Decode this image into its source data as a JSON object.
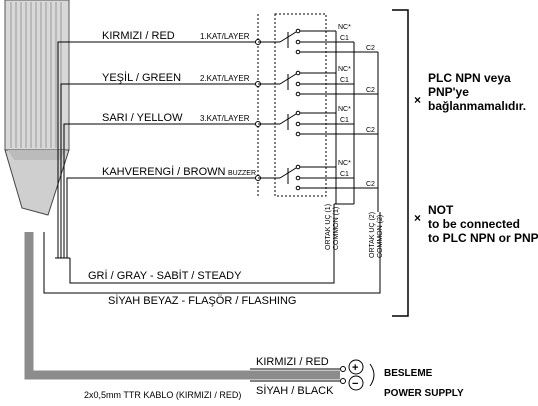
{
  "wires": [
    {
      "label": "KIRMIZI / RED",
      "layer": "1.KAT/LAYER"
    },
    {
      "label": "YEŞİL / GREEN",
      "layer": "2.KAT/LAYER"
    },
    {
      "label": "SARI / YELLOW",
      "layer": "3.KAT/LAYER"
    },
    {
      "label": "KAHVERENGİ / BROWN",
      "layer": "BUZZER"
    }
  ],
  "relay": {
    "nc": "NC*",
    "c1": "C1",
    "c2": "C2"
  },
  "common": {
    "col1": [
      "ORTAK UÇ (1)",
      "COMMON (1)"
    ],
    "col2": [
      "ORTAK UÇ (2)",
      "COMMON (2)"
    ]
  },
  "gray_wire": "GRİ / GRAY - SABİT / STEADY",
  "flash_wire": "SİYAH BEYAZ - FLAŞÖR / FLASHING",
  "notes": {
    "npn_tr": [
      "PLC NPN veya",
      "PNP'ye",
      "bağlanmamalıdır."
    ],
    "npn_en": [
      "NOT",
      "to be connected",
      "to PLC NPN or PNP"
    ]
  },
  "power": {
    "red": "KIRMIZI / RED",
    "black": "SİYAH / BLACK",
    "plus": "+",
    "minus": "−",
    "title_tr": "BESLEME",
    "title_en": "POWER SUPPLY",
    "cable": "2x0,5mm TTR KABLO (KIRMIZI / RED)"
  }
}
